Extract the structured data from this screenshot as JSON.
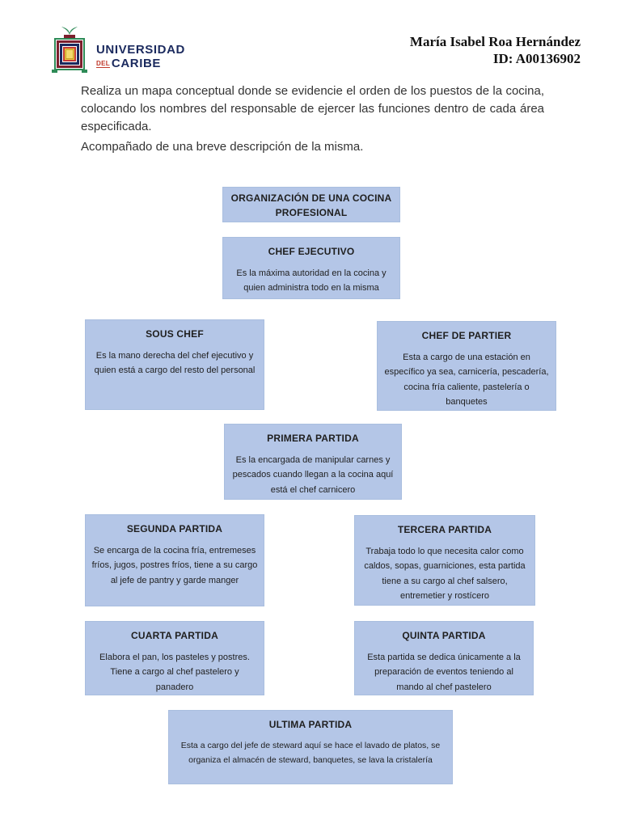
{
  "header": {
    "logo": {
      "universidad": "UNIVERSIDAD",
      "del": "DEL",
      "caribe": "CARIBE"
    },
    "author_name": "María Isabel Roa Hernández",
    "author_id": "ID: A00136902"
  },
  "intro": {
    "paragraph1": "Realiza un mapa conceptual donde se evidencie el orden de los puestos de la cocina, colocando los nombres del responsable de ejercer las funciones dentro de cada área especificada.",
    "paragraph2": "Acompañado de una breve descripción de la misma."
  },
  "colors": {
    "box_fill": "#b4c6e7",
    "box_border": "#a9bedf",
    "box_text": "#1f1f1f",
    "logo_navy": "#1b2a5e",
    "logo_red": "#c0392b",
    "logo_green": "#2e8b57",
    "logo_maroon": "#7c1f2d",
    "logo_yellow": "#e9c53d"
  },
  "diagram": {
    "boxes": [
      {
        "title": "ORGANIZACIÓN DE UNA COCINA PROFESIONAL",
        "body": ""
      },
      {
        "title": "CHEF EJECUTIVO",
        "body": "Es la máxima autoridad en la cocina y quien administra todo en la misma"
      },
      {
        "title": "SOUS CHEF",
        "body": "Es la mano derecha del chef ejecutivo y quien está a cargo del resto del personal"
      },
      {
        "title": "CHEF DE PARTIER",
        "body": "Esta a cargo de una estación en específico ya sea, carnicería, pescadería, cocina fría caliente, pastelería o banquetes"
      },
      {
        "title": "PRIMERA PARTIDA",
        "body": "Es la encargada de manipular carnes y pescados cuando llegan a la cocina aquí está el chef carnicero"
      },
      {
        "title": "SEGUNDA PARTIDA",
        "body": "Se encarga de la cocina fría, entremeses fríos, jugos, postres fríos, tiene a su cargo al jefe de pantry y garde manger"
      },
      {
        "title": "TERCERA PARTIDA",
        "body": "Trabaja todo lo que necesita calor como caldos, sopas, guarniciones, esta partida tiene a su cargo al chef salsero, entremetier y rostícero"
      },
      {
        "title": "CUARTA PARTIDA",
        "body": "Elabora el pan, los pasteles y postres. Tiene a cargo al chef pastelero y panadero"
      },
      {
        "title": "QUINTA PARTIDA",
        "body": "Esta partida se dedica únicamente a la preparación de eventos teniendo al mando al chef pastelero"
      },
      {
        "title": "ULTIMA PARTIDA",
        "body": "Esta a cargo del jefe de steward aquí se hace el lavado de platos, se organiza el almacén de steward, banquetes, se lava la cristalería"
      }
    ]
  }
}
